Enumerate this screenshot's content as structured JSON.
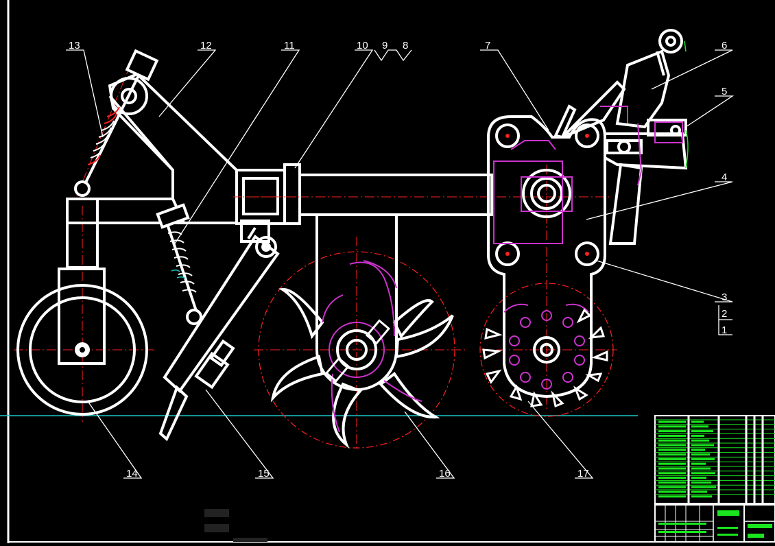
{
  "drawing": {
    "part_labels": [
      {
        "id": "13",
        "text": "13"
      },
      {
        "id": "12",
        "text": "12"
      },
      {
        "id": "11",
        "text": "11"
      },
      {
        "id": "10",
        "text": "10"
      },
      {
        "id": "9",
        "text": "9"
      },
      {
        "id": "8",
        "text": "8"
      },
      {
        "id": "7",
        "text": "7"
      },
      {
        "id": "6",
        "text": "6"
      },
      {
        "id": "5",
        "text": "5"
      },
      {
        "id": "4",
        "text": "4"
      },
      {
        "id": "3",
        "text": "3"
      },
      {
        "id": "2",
        "text": "2"
      },
      {
        "id": "1",
        "text": "1"
      },
      {
        "id": "14",
        "text": "14"
      },
      {
        "id": "15",
        "text": "15"
      },
      {
        "id": "16",
        "text": "16"
      },
      {
        "id": "17",
        "text": "17"
      }
    ]
  },
  "colors": {
    "background": "#000000",
    "outline": "#ffffff",
    "centerline": "#ff2020",
    "hidden": "#cc33cc",
    "table_green": "#19e61e",
    "ground": "#18c8c8"
  }
}
